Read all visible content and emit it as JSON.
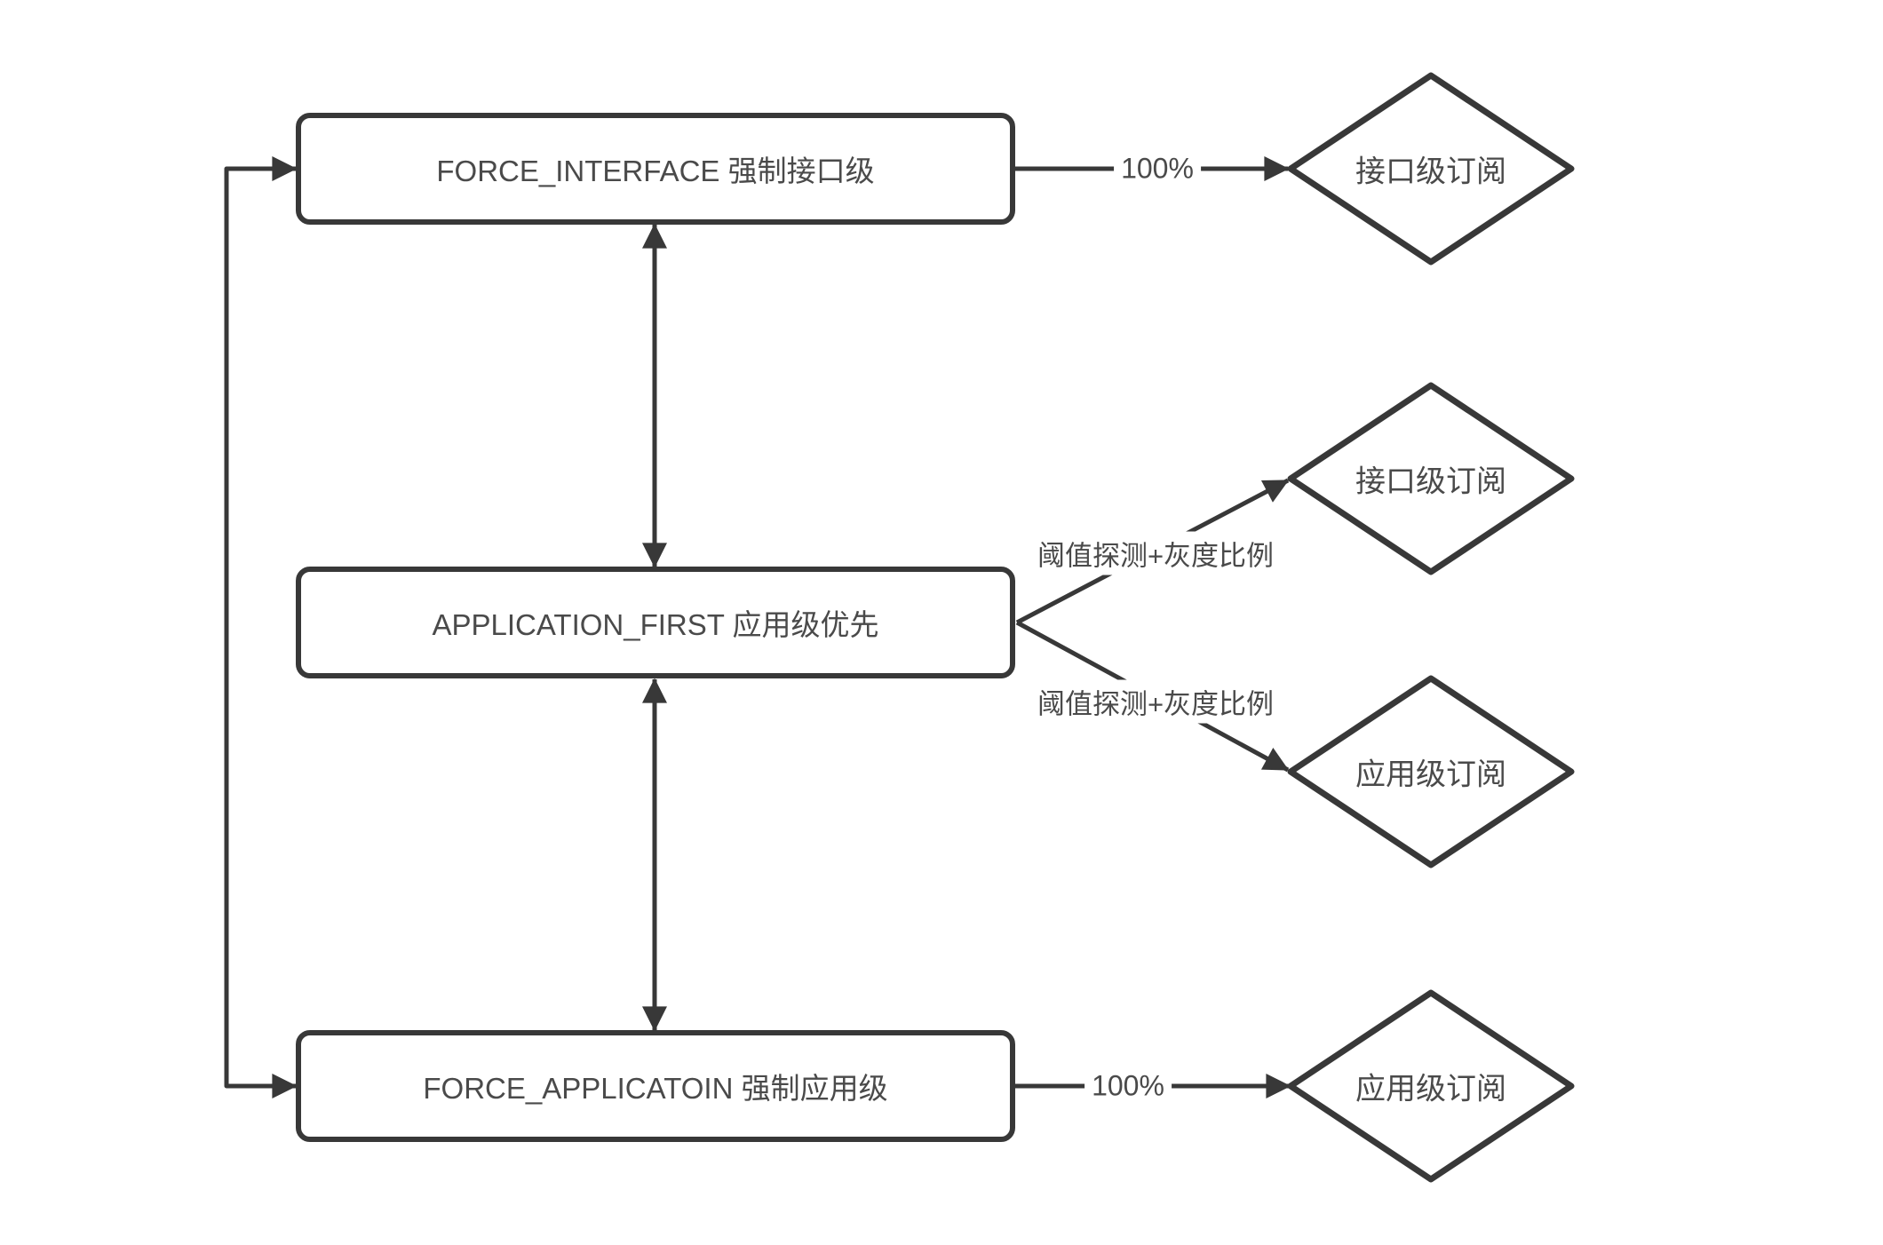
{
  "colors": {
    "stroke": "#383838",
    "text": "#4a4a4a",
    "background": "#ffffff"
  },
  "nodes": {
    "force_interface": {
      "label": "FORCE_INTERFACE 强制接口级"
    },
    "application_first": {
      "label": "APPLICATION_FIRST 应用级优先"
    },
    "force_application": {
      "label": "FORCE_APPLICATOIN 强制应用级"
    },
    "diamond_top": {
      "label": "接口级订阅"
    },
    "diamond_mid_interface": {
      "label": "接口级订阅"
    },
    "diamond_mid_application": {
      "label": "应用级订阅"
    },
    "diamond_bottom": {
      "label": "应用级订阅"
    }
  },
  "edges": {
    "force_interface_pct": "100%",
    "force_application_pct": "100%",
    "branch_up_label": "阈值探测+灰度比例",
    "branch_down_label": "阈值探测+灰度比例"
  }
}
